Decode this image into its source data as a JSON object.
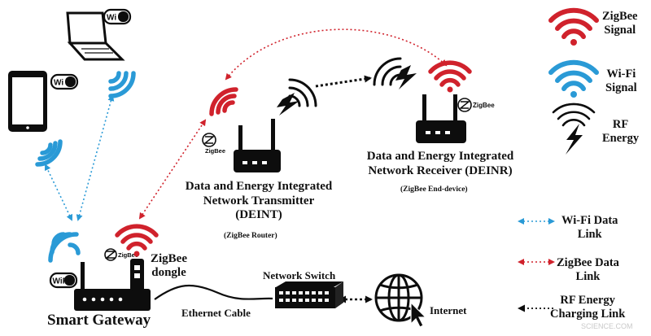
{
  "colors": {
    "zigbee": "#d0222c",
    "wifi": "#2a9ad6",
    "device": "#0d0d0d"
  },
  "icons": [
    "laptop-icon",
    "tablet-icon",
    "router-icon",
    "globe-icon",
    "network-switch-icon",
    "zigbee-logo-icon",
    "wifi-logo-icon",
    "lightning-icon",
    "cursor-arrow-icon"
  ],
  "labels": {
    "smart_gateway": "Smart Gateway",
    "zigbee_dongle": "ZigBee\ndongle",
    "deint": "Data and Energy Integrated\nNetwork Transmitter\n(DEINT)",
    "deint_role": "(ZigBee Router)",
    "deinr": "Data and Energy Integrated\nNetwork Receiver (DEINR)",
    "deinr_role": "(ZigBee End-device)",
    "network_switch": "Network Switch",
    "ethernet_cable": "Ethernet Cable",
    "internet": "Internet"
  },
  "badges": {
    "wifi": "Wi Fi",
    "wifi_alt": "WiFi",
    "zigbee": "ZigBee"
  },
  "legend": {
    "zigbee_signal": "ZigBee\nSignal",
    "wifi_signal": "Wi-Fi\nSignal",
    "rf_energy": "RF\nEnergy",
    "wifi_link": "Wi-Fi Data\nLink",
    "zigbee_link": "ZigBee Data\nLink",
    "rf_link": "RF Energy\nCharging Link"
  },
  "watermark": "SCIENCE.COM"
}
